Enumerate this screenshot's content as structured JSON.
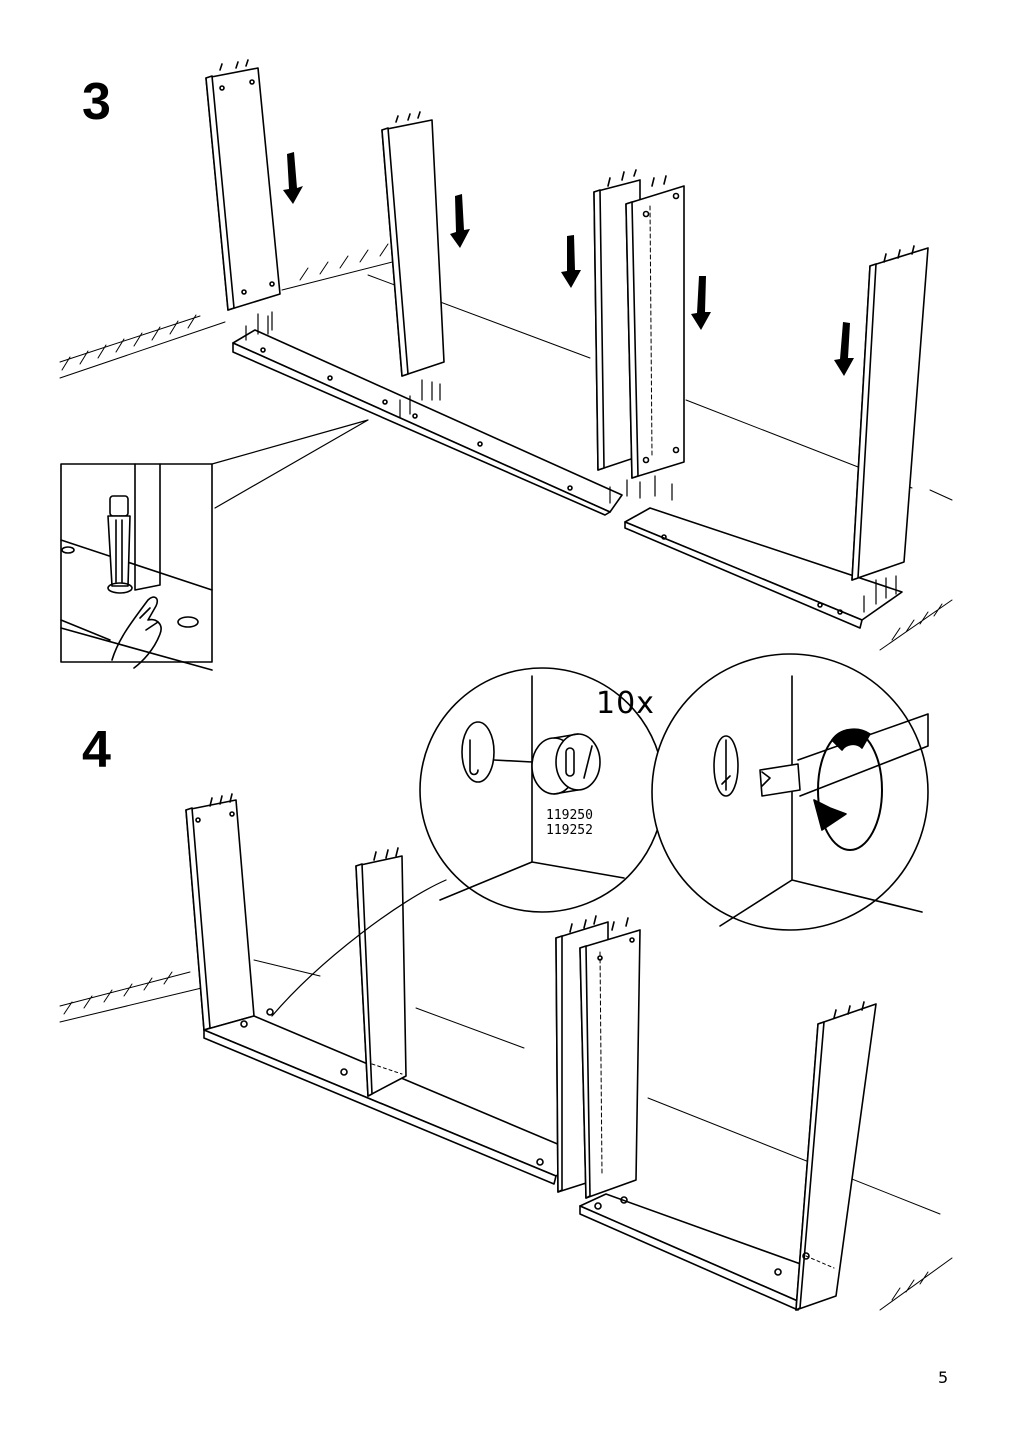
{
  "steps": [
    {
      "number": "3"
    },
    {
      "number": "4"
    }
  ],
  "cam_lock": {
    "quantity": "10x",
    "part_numbers": [
      "119250",
      "119252"
    ]
  },
  "icons": [
    "down-arrow-icon",
    "finger-press-icon",
    "screwdriver-icon",
    "clockwise-arrow-icon"
  ],
  "page_number": "5"
}
